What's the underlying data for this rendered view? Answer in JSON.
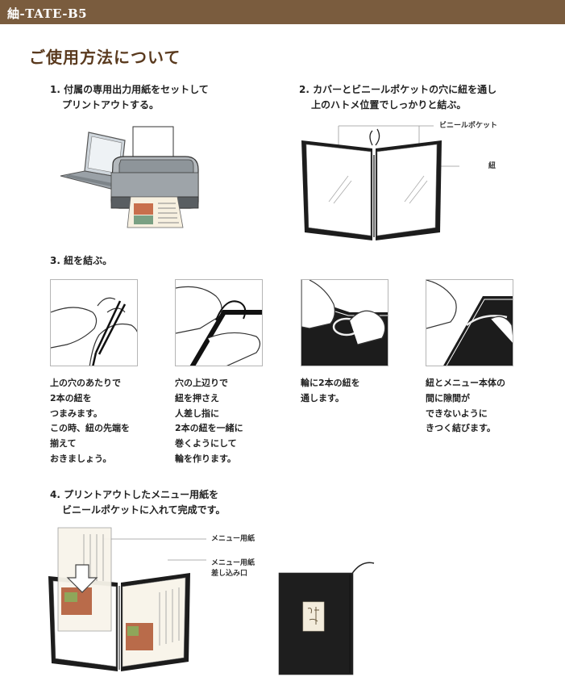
{
  "header": {
    "title": "紬-TATE-B5"
  },
  "page_title": "ご使用方法について",
  "steps": {
    "step1": {
      "line1": "1. 付属の専用出力用紙をセットして",
      "line2": "プリントアウトする。"
    },
    "step2": {
      "line1": "2. カバーとビニールポケットの穴に紐を通し",
      "line2": "上のハトメ位置でしっかりと結ぶ。"
    },
    "step3": {
      "line1": "3. 紐を結ぶ。"
    },
    "step4": {
      "line1": "4. プリントアウトしたメニュー用紙を",
      "line2": "ビニールポケットに入れて完成です。"
    }
  },
  "callouts": {
    "vinyl_pocket": "ビニールポケット",
    "string": "紐",
    "menu_paper": "メニュー用紙",
    "menu_insert_line1": "メニュー用紙",
    "menu_insert_line2": "差し込み口"
  },
  "captions": [
    [
      "上の穴のあたりで",
      "2本の紐を",
      "つまみます。",
      "この時、紐の先端を",
      "揃えて",
      "おきましょう。"
    ],
    [
      "穴の上辺りで",
      "紐を押さえ",
      "人差し指に",
      "2本の紐を一緒に",
      "巻くようにして",
      "輪を作ります。"
    ],
    [
      "輪に2本の紐を",
      "通します。"
    ],
    [
      "紐とメニュー本体の",
      "間に隙間が",
      "できないように",
      "きつく結びます。"
    ]
  ],
  "colors": {
    "header": "#7a5c3e",
    "title": "#5a3a1e",
    "cover": "#1c1c1c"
  },
  "icons": [
    "laptop-printer-illustration",
    "open-menu-folder-illustration",
    "hand-string-illustration",
    "closed-menu-cover-illustration"
  ]
}
